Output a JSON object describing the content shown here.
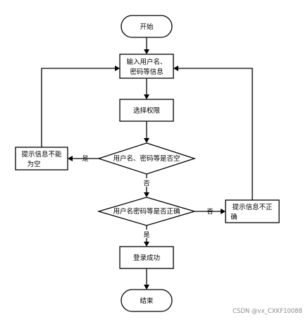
{
  "nodes": {
    "start": "开始",
    "input_line1": "输入用户名、",
    "input_line2": "密码等信息",
    "select": "选择权限",
    "empty_check": "用户名、密码等是否空",
    "correct_check": "用户名密码等是否正确",
    "success": "登录成功",
    "end": "结束",
    "empty_msg_line1": "提示信息不能",
    "empty_msg_line2": "为空",
    "wrong_msg_line1": "提示信息不正",
    "wrong_msg_line2": "确"
  },
  "edge_labels": {
    "empty_yes": "是",
    "empty_no": "否",
    "correct_no": "否",
    "correct_yes": "是"
  },
  "watermark": "CSDN @vx_CXKF10088"
}
